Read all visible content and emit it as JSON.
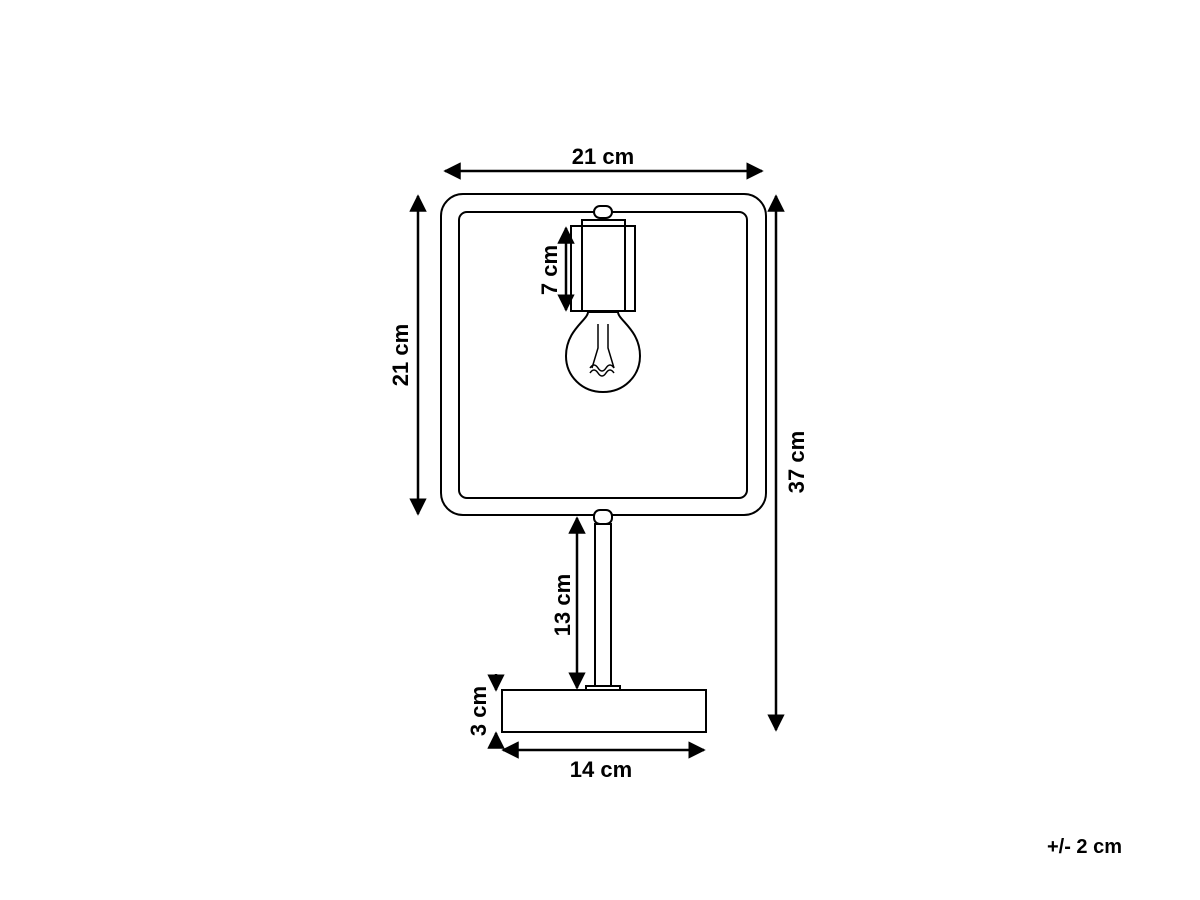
{
  "diagram": {
    "dimensions": {
      "frame_width": "21 cm",
      "frame_height": "21 cm",
      "total_height": "37 cm",
      "socket_height": "7 cm",
      "stem_height": "13 cm",
      "base_height": "3 cm",
      "base_width": "14 cm"
    },
    "tolerance": "+/- 2 cm"
  }
}
